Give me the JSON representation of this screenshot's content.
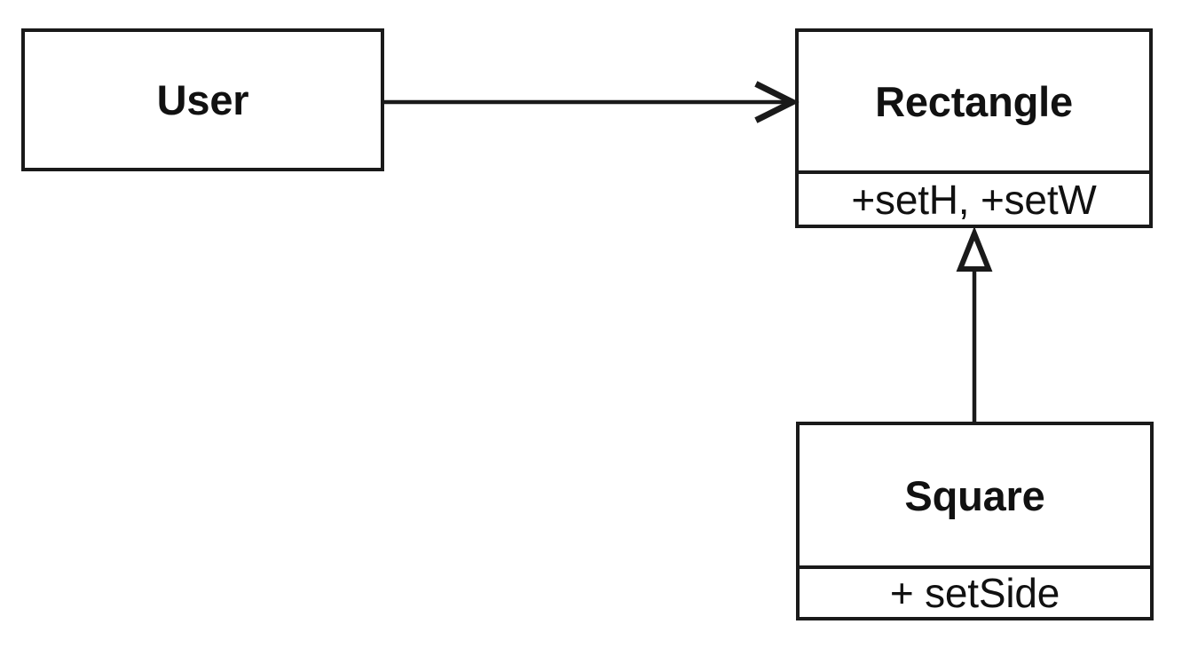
{
  "diagram": {
    "kind": "uml-class-diagram",
    "background_color": "#ffffff",
    "stroke_color": "#1a1a1a",
    "text_color": "#111111",
    "classes": [
      {
        "id": "user",
        "name": "User",
        "operations": null
      },
      {
        "id": "rectangle",
        "name": "Rectangle",
        "operations": "+setH, +setW"
      },
      {
        "id": "square",
        "name": "Square",
        "operations": "+ setSide"
      }
    ],
    "relationships": [
      {
        "id": "user-uses-rectangle",
        "type": "association",
        "arrow": "open-arrow",
        "from": "User",
        "to": "Rectangle",
        "label": ""
      },
      {
        "id": "square-inherits-rectangle",
        "type": "generalization",
        "arrow": "hollow-triangle",
        "from": "Square",
        "to": "Rectangle",
        "label": ""
      }
    ]
  }
}
